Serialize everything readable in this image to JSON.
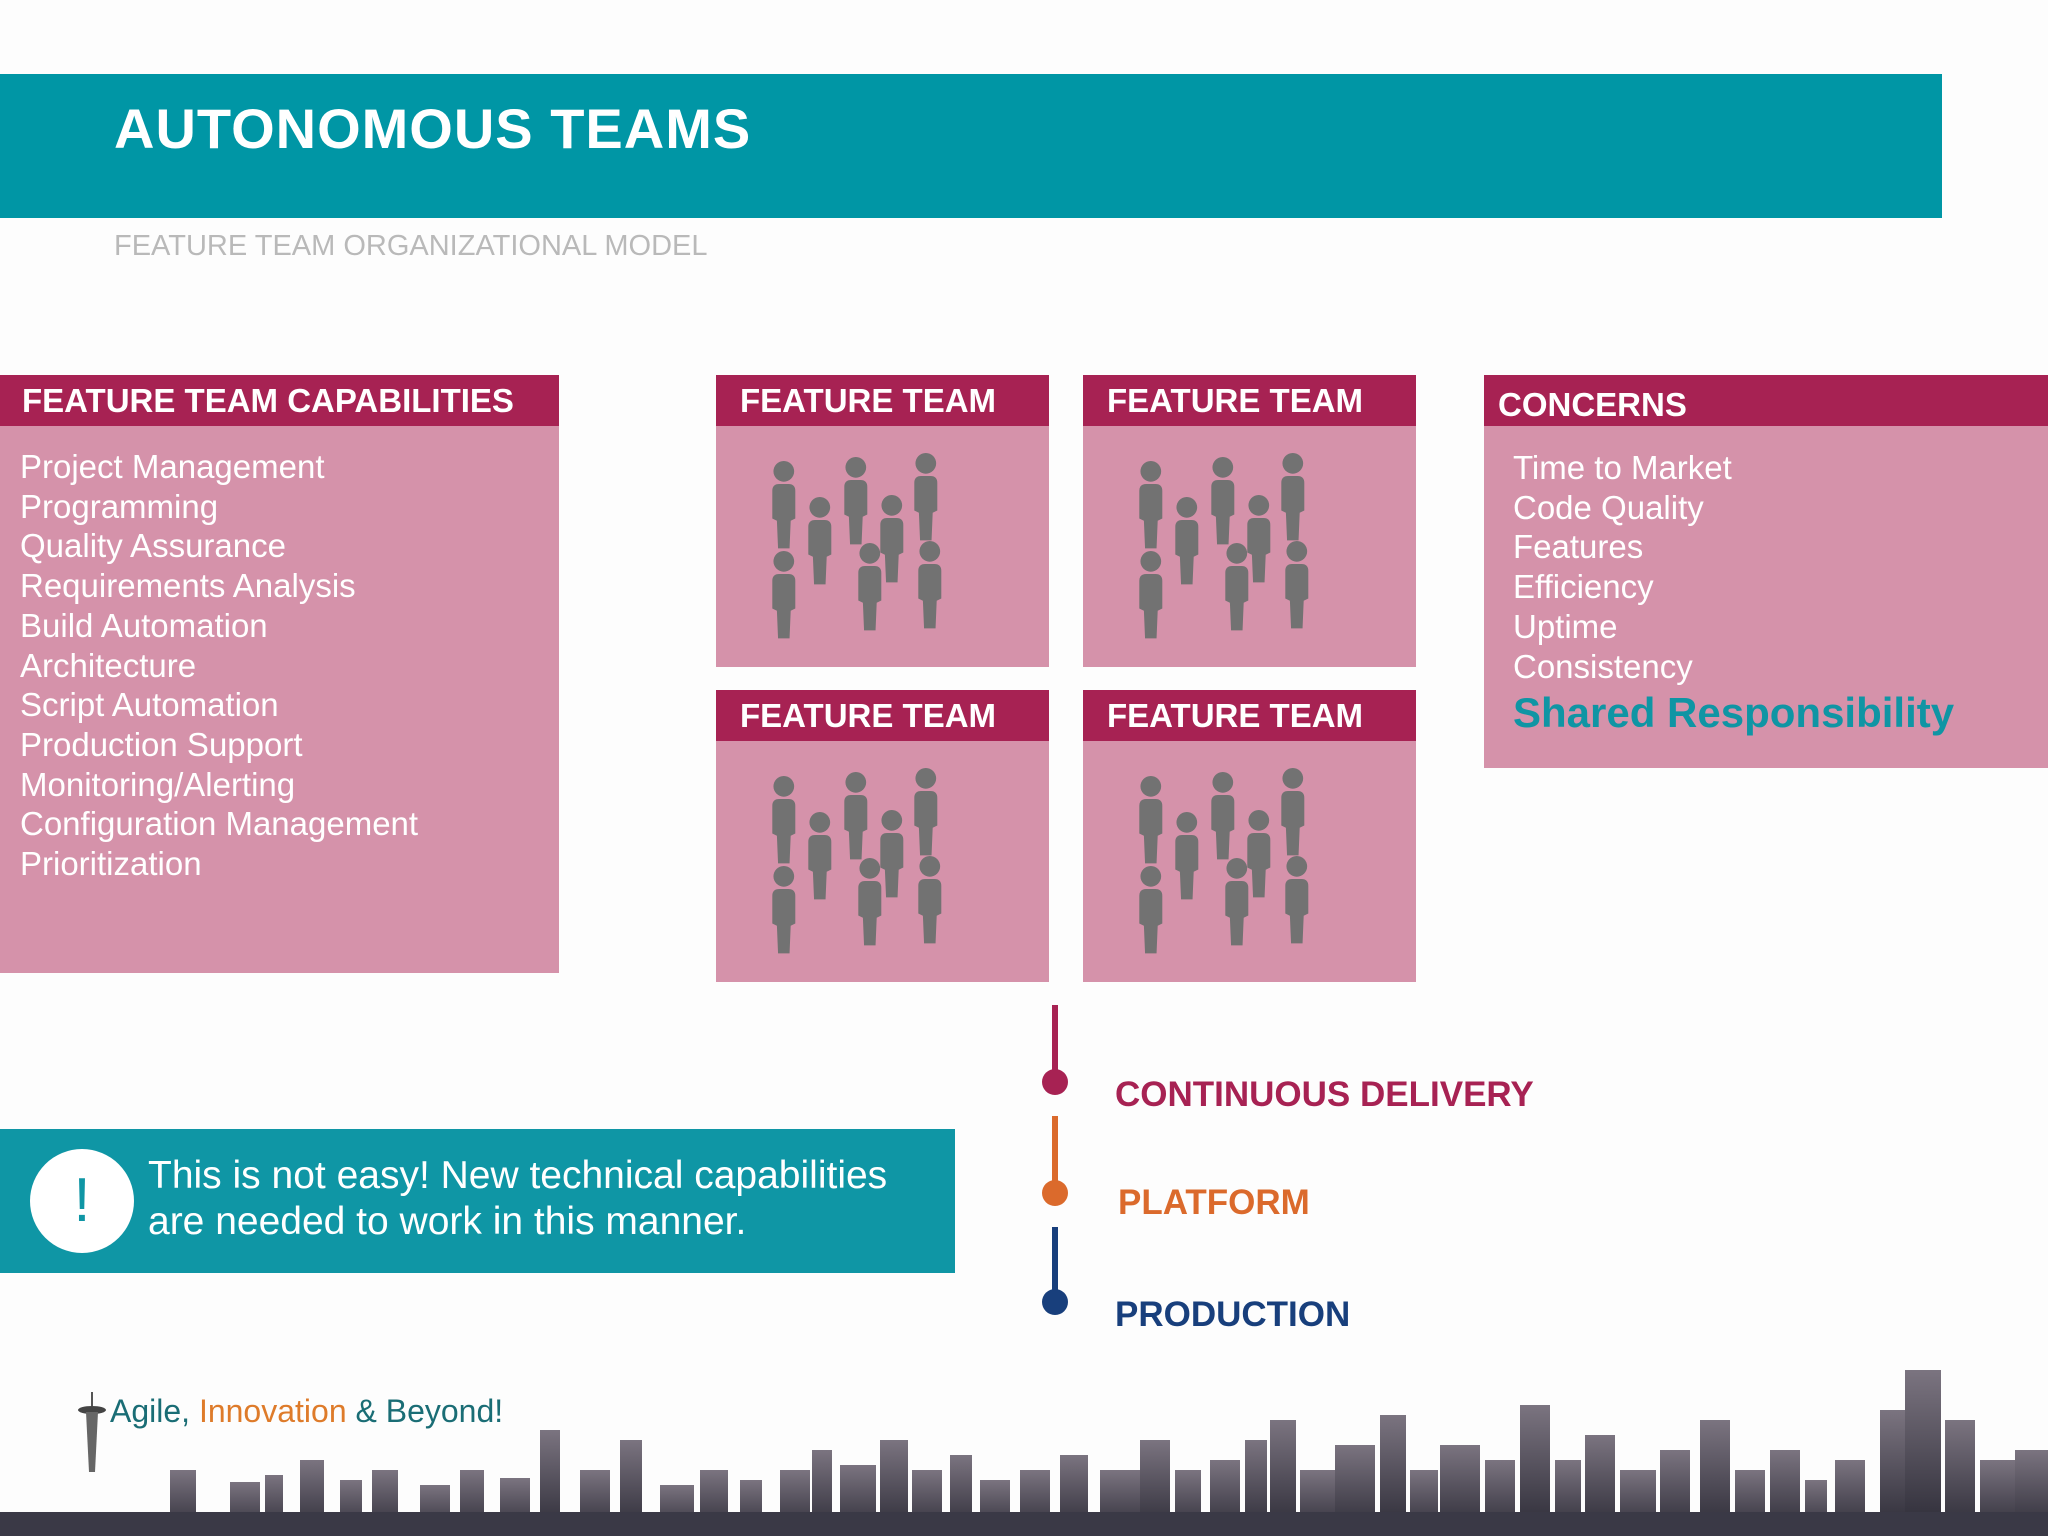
{
  "header": {
    "title": "AUTONOMOUS TEAMS",
    "subtitle": "FEATURE TEAM ORGANIZATIONAL MODEL"
  },
  "capabilities": {
    "heading": "FEATURE TEAM CAPABILITIES",
    "items": [
      "Project Management",
      "Programming",
      "Quality Assurance",
      "Requirements Analysis",
      "Build Automation",
      "Architecture",
      "Script Automation",
      "Production Support",
      "Monitoring/Alerting",
      "Configuration Management",
      "Prioritization"
    ]
  },
  "teams": [
    {
      "label": "FEATURE TEAM"
    },
    {
      "label": "FEATURE TEAM"
    },
    {
      "label": "FEATURE TEAM"
    },
    {
      "label": "FEATURE TEAM"
    }
  ],
  "concerns": {
    "heading": "CONCERNS",
    "items": [
      "Time to Market",
      "Code Quality",
      "Features",
      "Efficiency",
      "Uptime",
      "Consistency"
    ],
    "highlight": "Shared Responsibility"
  },
  "warning": {
    "icon": "!",
    "line1": "This is not easy! New technical capabilities",
    "line2": "are needed to work in this manner."
  },
  "pipeline": {
    "stages": [
      {
        "label": "CONTINUOUS DELIVERY",
        "color": "#a72253"
      },
      {
        "label": "PLATFORM",
        "color": "#db6a2c"
      },
      {
        "label": "PRODUCTION",
        "color": "#183f7c"
      }
    ]
  },
  "footer": {
    "tag_part1": "Agile, ",
    "tag_part2": "Innovation",
    "tag_part3": " & Beyond!"
  },
  "colors": {
    "teal": "#0096a5",
    "magenta": "#a72253",
    "pink": "#d592aa",
    "orange": "#db6a2c",
    "navy": "#183f7c"
  },
  "icons": [
    "people-group-icon",
    "exclamation-icon",
    "space-needle-icon",
    "city-skyline-image"
  ]
}
